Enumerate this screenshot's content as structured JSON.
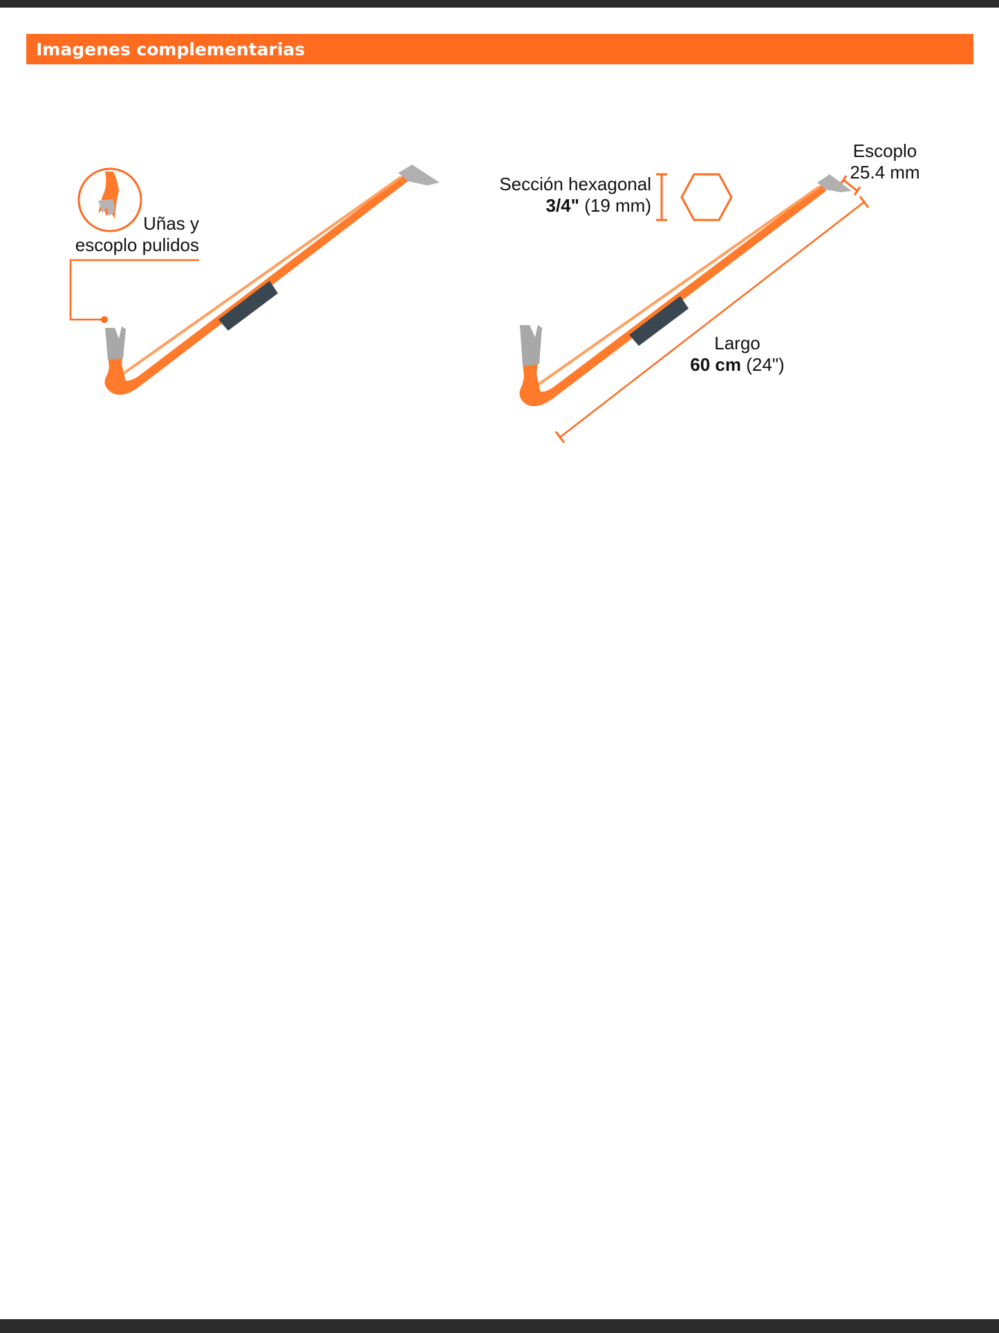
{
  "header": {
    "title": "Imagenes complementarias"
  },
  "figure1": {
    "callout_line1": "Uñas y",
    "callout_line2": "escoplo pulidos"
  },
  "figure2": {
    "section_label": "Sección hexagonal",
    "section_size_bold": "3/4\"",
    "section_size_light": "(19 mm)",
    "chisel_label": "Escoplo",
    "chisel_size": "25.4 mm",
    "length_label": "Largo",
    "length_size_bold": "60 cm",
    "length_size_light": "(24\")"
  },
  "colors": {
    "accent": "#ff6b1f",
    "bar": "#2b2b2b",
    "steel": "#9a9a9a",
    "grip": "#3a4650"
  }
}
